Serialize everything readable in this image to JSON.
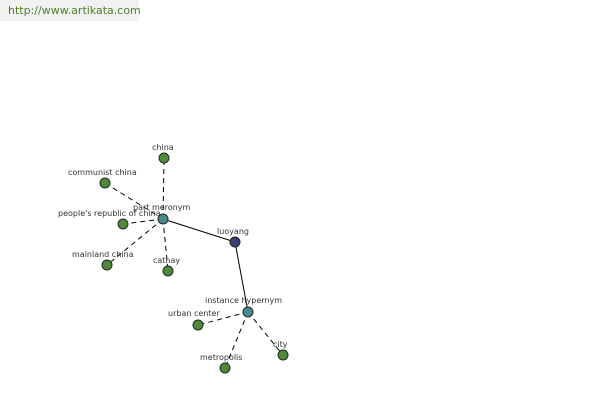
{
  "header": {
    "url": "http://www.artikata.com"
  },
  "colors": {
    "root": "#3c3c78",
    "relation": "#4a8a8a",
    "leaf": "#4f8a3c"
  },
  "graph": {
    "nodes": [
      {
        "id": "luoyang",
        "label": "luoyang",
        "kind": "root"
      },
      {
        "id": "part-meronym",
        "label": "part meronym",
        "kind": "relation"
      },
      {
        "id": "instance-hypernym",
        "label": "instance hypernym",
        "kind": "relation"
      },
      {
        "id": "china",
        "label": "china",
        "kind": "leaf"
      },
      {
        "id": "communist-china",
        "label": "communist china",
        "kind": "leaf"
      },
      {
        "id": "peoples-republic-of-china",
        "label": "people's republic of china",
        "kind": "leaf"
      },
      {
        "id": "mainland-china",
        "label": "mainland china",
        "kind": "leaf"
      },
      {
        "id": "cathay",
        "label": "cathay",
        "kind": "leaf"
      },
      {
        "id": "urban-center",
        "label": "urban center",
        "kind": "leaf"
      },
      {
        "id": "metropolis",
        "label": "metropolis",
        "kind": "leaf"
      },
      {
        "id": "city",
        "label": "city",
        "kind": "leaf"
      }
    ],
    "edges": [
      {
        "from": "luoyang",
        "to": "part-meronym",
        "style": "solid"
      },
      {
        "from": "luoyang",
        "to": "instance-hypernym",
        "style": "solid"
      },
      {
        "from": "part-meronym",
        "to": "china",
        "style": "dashed"
      },
      {
        "from": "part-meronym",
        "to": "communist-china",
        "style": "dashed"
      },
      {
        "from": "part-meronym",
        "to": "peoples-republic-of-china",
        "style": "dashed"
      },
      {
        "from": "part-meronym",
        "to": "mainland-china",
        "style": "dashed"
      },
      {
        "from": "part-meronym",
        "to": "cathay",
        "style": "dashed"
      },
      {
        "from": "instance-hypernym",
        "to": "urban-center",
        "style": "dashed"
      },
      {
        "from": "instance-hypernym",
        "to": "metropolis",
        "style": "dashed"
      },
      {
        "from": "instance-hypernym",
        "to": "city",
        "style": "dashed"
      }
    ]
  }
}
